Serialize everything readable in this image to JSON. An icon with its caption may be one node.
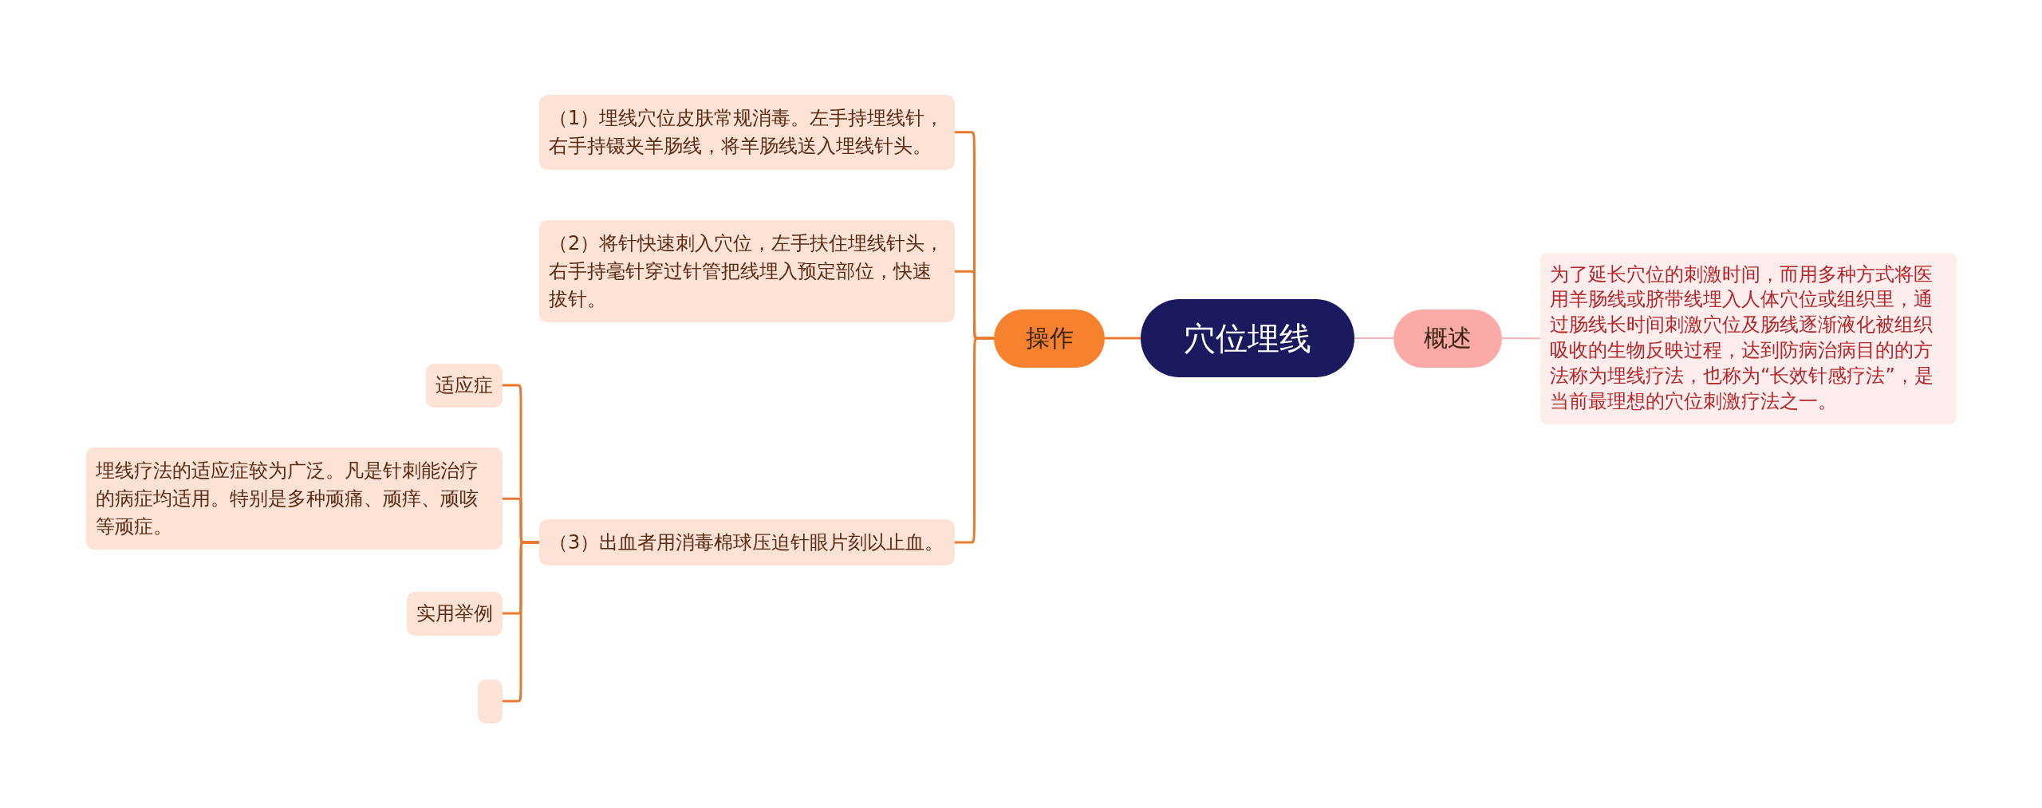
{
  "diagram": {
    "nodes": [
      {
        "text": [
          "穴位埋线"
        ]
      },
      {
        "text": [
          "操作"
        ]
      },
      {
        "text": [
          "（1）埋线穴位皮肤常规消毒。左手持埋线针，右手持镊夹羊肠线，将羊肠线送入埋线针头。"
        ]
      },
      {
        "text": [
          "（2）将针快速刺入穴位，左手扶住埋线针头，右手持毫针穿过针管把线埋入预定部位，快速拔针。"
        ]
      },
      {
        "text": [
          "（3）出血者用消毒棉球压迫针眼片刻以止血。"
        ]
      },
      {
        "text": [
          "适应症"
        ]
      },
      {
        "text": [
          "埋线疗法的适应症较为广泛。凡是针刺能治疗的病症均适用。特别是多种顽痛、顽痒、顽咳等顽症。"
        ]
      },
      {
        "text": [
          "实用举例"
        ]
      },
      {
        "text": [],
        "shape": "box"
      },
      {
        "text": [
          "概述"
        ]
      },
      {
        "text": [
          "为了延长穴位的刺激时间，而用多种方式将医用羊肠线或脐带线埋入人体穴位或组织里，通过肠线长时间刺激穴位及肠线逐渐液化被组织吸收的生物反映过程，达到防病治病目的的方法称为埋线疗法，也称为“长效针感疗法”，是当前最理想的穴位刺激疗法之一。"
        ]
      }
    ],
    "edges": [
      {
        "from": 0,
        "to": 1,
        "arrow": "none"
      },
      {
        "from": 1,
        "to": 2,
        "arrow": "none"
      },
      {
        "from": 1,
        "to": 3,
        "arrow": "none"
      },
      {
        "from": 1,
        "to": 4,
        "arrow": "none"
      },
      {
        "from": 4,
        "to": 5,
        "arrow": "none"
      },
      {
        "from": 4,
        "to": 6,
        "arrow": "none"
      },
      {
        "from": 4,
        "to": 7,
        "arrow": "none"
      },
      {
        "from": 4,
        "to": 8,
        "arrow": "none"
      },
      {
        "from": 0,
        "to": 9,
        "arrow": "none",
        "color": "#f5b3b3"
      },
      {
        "from": 9,
        "to": 10,
        "arrow": "none",
        "color": "#f5b3b3"
      }
    ]
  }
}
